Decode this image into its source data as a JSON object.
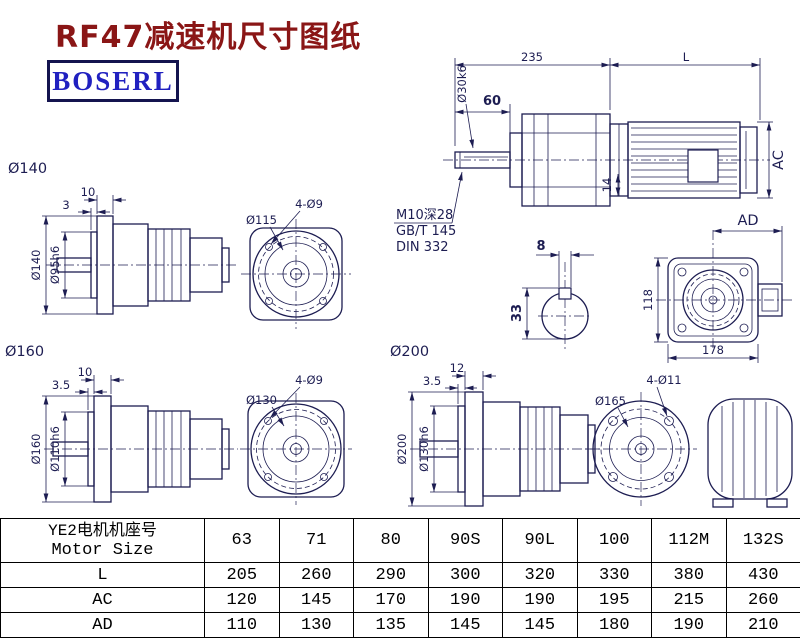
{
  "page": {
    "title": "RF47减速机尺寸图纸",
    "logo": "BOSERL"
  },
  "drawing": {
    "main": {
      "dim_235": "235",
      "dim_L": "L",
      "dim_60": "60",
      "shaft_dia": "Ø30k6",
      "dim_AC": "AC",
      "dim_14": "14",
      "tap_note_1": "M10深28",
      "tap_note_2": "GB/T 145",
      "tap_note_3": "DIN 332"
    },
    "shaft_section": {
      "key_width": "8",
      "key_height": "33"
    },
    "motor_rear": {
      "dim_AD": "AD",
      "dim_118": "118",
      "dim_178": "178"
    },
    "flange140": {
      "title": "Ø140",
      "flange_thk": "10",
      "spigot_depth": "3",
      "flange_od": "Ø140",
      "spigot_dia": "Ø95h6",
      "holes": "4-Ø9",
      "pilot_dia": "Ø115"
    },
    "flange160": {
      "title": "Ø160",
      "flange_thk": "10",
      "spigot_depth": "3.5",
      "flange_od": "Ø160",
      "spigot_dia": "Ø110h6",
      "holes": "4-Ø9",
      "pilot_dia": "Ø130"
    },
    "flange200": {
      "title": "Ø200",
      "flange_thk": "12",
      "spigot_depth": "3.5",
      "flange_od": "Ø200",
      "spigot_dia": "Ø130h6",
      "holes": "4-Ø11",
      "pilot_dia": "Ø165"
    }
  },
  "table": {
    "header": {
      "label_cn": "YE2电机机座号",
      "label_en": "Motor Size",
      "sizes": [
        "63",
        "71",
        "80",
        "90S",
        "90L",
        "100",
        "112M",
        "132S"
      ]
    },
    "rows": [
      {
        "label": "L",
        "values": [
          "205",
          "260",
          "290",
          "300",
          "320",
          "330",
          "380",
          "430"
        ]
      },
      {
        "label": "AC",
        "values": [
          "120",
          "145",
          "170",
          "190",
          "190",
          "195",
          "215",
          "260"
        ]
      },
      {
        "label": "AD",
        "values": [
          "110",
          "130",
          "135",
          "145",
          "145",
          "180",
          "190",
          "210"
        ]
      }
    ]
  }
}
